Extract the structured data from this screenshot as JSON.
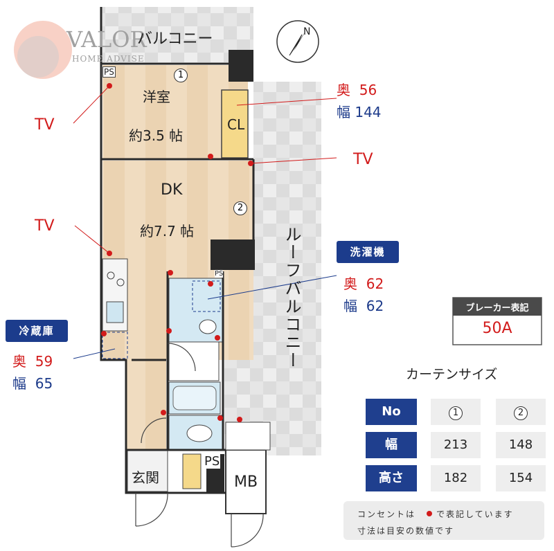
{
  "logo": {
    "brand": "VALOR",
    "tagline": "HOME ADVISE"
  },
  "rooms": {
    "balcony": "バルコニー",
    "western": "洋室",
    "western_size": "約3.5 帖",
    "closet": "CL",
    "dk": "DK",
    "dk_size": "約7.7 帖",
    "roof_balcony": "ルーフバルコニー",
    "entrance": "玄関",
    "mb": "MB",
    "ps_top": "PS",
    "ps_mid": "PS",
    "ps_bottom": "PS"
  },
  "window_markers": {
    "w1": "1",
    "w2": "2"
  },
  "tv_labels": {
    "tv1": "TV",
    "tv2": "TV",
    "tv3": "TV"
  },
  "closet_dims": {
    "depth_label": "奥",
    "depth": "56",
    "width_label": "幅",
    "width": "144"
  },
  "washer": {
    "title": "洗濯機",
    "depth_label": "奥",
    "depth": "62",
    "width_label": "幅",
    "width": "62"
  },
  "fridge": {
    "title": "冷蔵庫",
    "depth_label": "奥",
    "depth": "59",
    "width_label": "幅",
    "width": "65"
  },
  "breaker": {
    "title": "ブレーカー表記",
    "value": "50A"
  },
  "curtain": {
    "title": "カーテンサイズ",
    "header": [
      "No",
      "1",
      "2"
    ],
    "rows": [
      {
        "label": "幅",
        "values": [
          "213",
          "148"
        ]
      },
      {
        "label": "高さ",
        "values": [
          "182",
          "154"
        ]
      }
    ]
  },
  "notes": {
    "line1_a": "コンセントは",
    "line1_b": "で表記しています",
    "line2": "寸法は目安の数値です"
  },
  "colors": {
    "floor_wood": "#f0dcc0",
    "closet": "#f5d98a",
    "bath": "#d4e9f3",
    "wall": "#2a2a2a",
    "outlet": "#d21b1b",
    "accent_blue": "#1c3c8c",
    "accent_red": "#d21b1b"
  }
}
